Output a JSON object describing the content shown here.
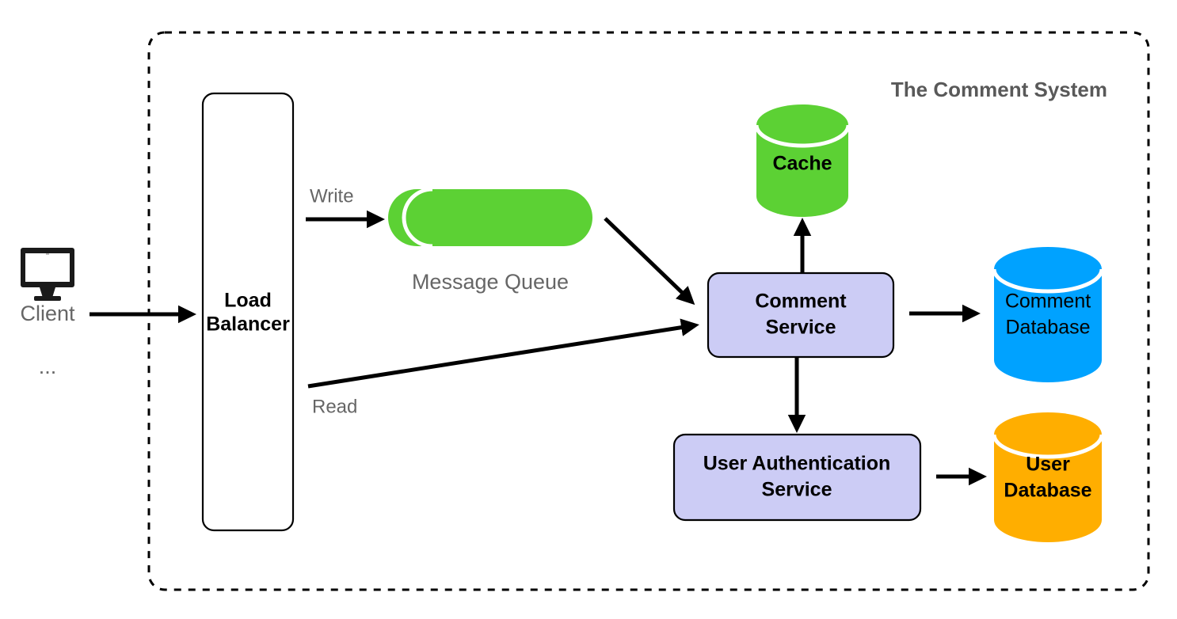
{
  "diagram": {
    "title": "The Comment System",
    "boundary": {
      "label": "system-boundary",
      "style": "dashed"
    },
    "colors": {
      "green": "#5CD134",
      "blue": "#00A2FF",
      "orange": "#FFAE00",
      "lavender": "#CCCCF5",
      "white": "#FFFFFF",
      "black": "#000000",
      "gray_text": "#666666",
      "title_gray": "#595959"
    },
    "actors": [
      {
        "id": "client",
        "label": "Client",
        "icon": "monitor-icon",
        "ellipsis": "..."
      }
    ],
    "nodes": [
      {
        "id": "load-balancer",
        "label_line1": "Load",
        "label_line2": "Balancer",
        "shape": "rounded-rect",
        "fill": "#FFFFFF"
      },
      {
        "id": "message-queue",
        "label": "Message Queue",
        "shape": "horizontal-cylinder",
        "fill": "#5CD134"
      },
      {
        "id": "cache",
        "label": "Cache",
        "shape": "cylinder",
        "fill": "#5CD134"
      },
      {
        "id": "comment-service",
        "label_line1": "Comment",
        "label_line2": "Service",
        "shape": "rounded-rect",
        "fill": "#CCCCF5"
      },
      {
        "id": "comment-database",
        "label_line1": "Comment",
        "label_line2": "Database",
        "shape": "cylinder",
        "fill": "#00A2FF"
      },
      {
        "id": "user-authentication-service",
        "label_line1": "User Authentication",
        "label_line2": "Service",
        "shape": "rounded-rect",
        "fill": "#CCCCF5"
      },
      {
        "id": "user-database",
        "label_line1": "User",
        "label_line2": "Database",
        "shape": "cylinder",
        "fill": "#FFAE00"
      }
    ],
    "edges": [
      {
        "id": "client-to-load-balancer",
        "from": "client",
        "to": "load-balancer",
        "label": ""
      },
      {
        "id": "load-balancer-to-message-queue",
        "from": "load-balancer",
        "to": "message-queue",
        "label": "Write"
      },
      {
        "id": "message-queue-to-comment-service",
        "from": "message-queue",
        "to": "comment-service",
        "label": ""
      },
      {
        "id": "load-balancer-to-comment-service",
        "from": "load-balancer",
        "to": "comment-service",
        "label": "Read"
      },
      {
        "id": "comment-service-to-cache",
        "from": "comment-service",
        "to": "cache",
        "label": ""
      },
      {
        "id": "comment-service-to-comment-database",
        "from": "comment-service",
        "to": "comment-database",
        "label": ""
      },
      {
        "id": "comment-service-to-user-authentication-service",
        "from": "comment-service",
        "to": "user-authentication-service",
        "label": ""
      },
      {
        "id": "user-authentication-service-to-user-database",
        "from": "user-authentication-service",
        "to": "user-database",
        "label": ""
      }
    ]
  }
}
